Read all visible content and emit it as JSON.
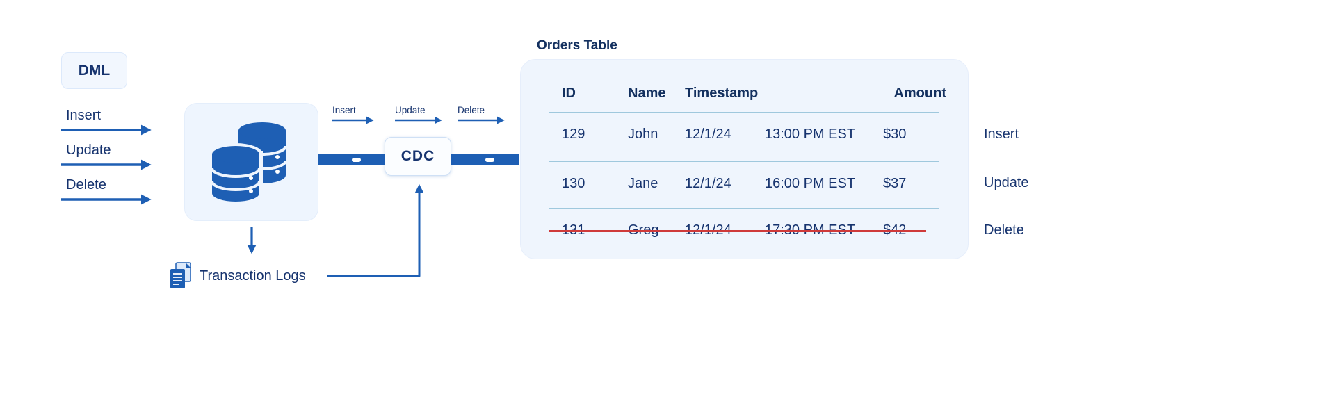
{
  "colors": {
    "accent": "#1e5fb4",
    "navy_text": "#16336e",
    "panel_bg": "#eff5fd",
    "node_bg": "#f2f7fe",
    "separator": "#9fc8dd",
    "delete_red": "#cf3a3a"
  },
  "dml_box": {
    "label": "DML"
  },
  "dml_operations": {
    "items": [
      {
        "label": "Insert"
      },
      {
        "label": "Update"
      },
      {
        "label": "Delete"
      }
    ]
  },
  "stream": {
    "labels": [
      {
        "label": "Insert"
      },
      {
        "label": "Update"
      },
      {
        "label": "Delete"
      }
    ]
  },
  "cdc_box": {
    "label": "CDC"
  },
  "transaction_logs": {
    "label": "Transaction Logs"
  },
  "orders_table": {
    "title": "Orders Table",
    "headers": {
      "id": "ID",
      "name": "Name",
      "timestamp": "Timestamp",
      "amount": "Amount"
    },
    "rows": [
      {
        "id": "129",
        "name": "John",
        "date": "12/1/24",
        "time": "13:00 PM EST",
        "amount": "$30"
      },
      {
        "id": "130",
        "name": "Jane",
        "date": "12/1/24",
        "time": "16:00 PM EST",
        "amount": "$37"
      },
      {
        "id": "131",
        "name": "Greg",
        "date": "12/1/24",
        "time": "17:30 PM EST",
        "amount": "$42"
      }
    ]
  },
  "row_operations": {
    "items": [
      {
        "label": "Insert"
      },
      {
        "label": "Update"
      },
      {
        "label": "Delete"
      }
    ]
  }
}
